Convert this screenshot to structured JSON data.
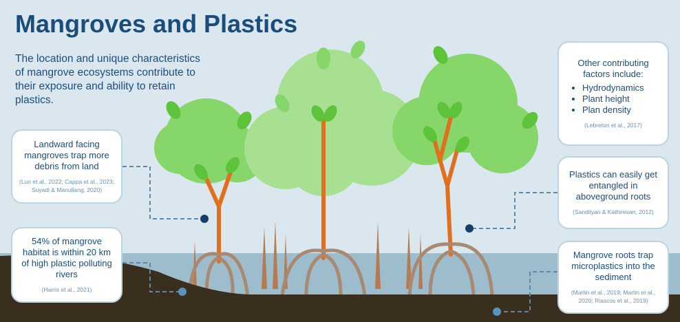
{
  "title": "Mangroves and Plastics",
  "intro": "The location and unique characteristics of mangrove ecosystems contribute to their exposure and ability to retain plastics.",
  "callouts": {
    "landward": {
      "text": "Landward facing mangroves trap more debris from land",
      "cite": "(Luo et al., 2022; Cappa et al., 2023; Suyadi & Manullang, 2020)"
    },
    "rivers": {
      "text": "54% of mangrove habitat is within 20 km of high plastic polluting rivers",
      "cite": "(Harris et al., 2021)"
    },
    "factors": {
      "text": "Other contributing factors include:",
      "items": [
        "Hydrodynamics",
        "Plant height",
        "Plan density"
      ],
      "cite": "(Lebreton et al., 2017)"
    },
    "entangled": {
      "text": "Plastics can easily get entangled in aboveground roots",
      "cite": "(Sandilyan & Kathiresan, 2012)"
    },
    "microplastics": {
      "text": "Mangrove roots trap microplastics into the sediment",
      "cite": "(Martin et al., 2019; Martin et al., 2020; Riascos et al., 2019)"
    }
  },
  "colors": {
    "sky": "#dae7ee",
    "water": "#9dbccc",
    "soil": "#3a2e1e",
    "title": "#1b4d7c",
    "trunk": "#e0701e",
    "root": "#a88a73",
    "leafDark": "#5cc33a",
    "leafLight": "#a6e090"
  }
}
